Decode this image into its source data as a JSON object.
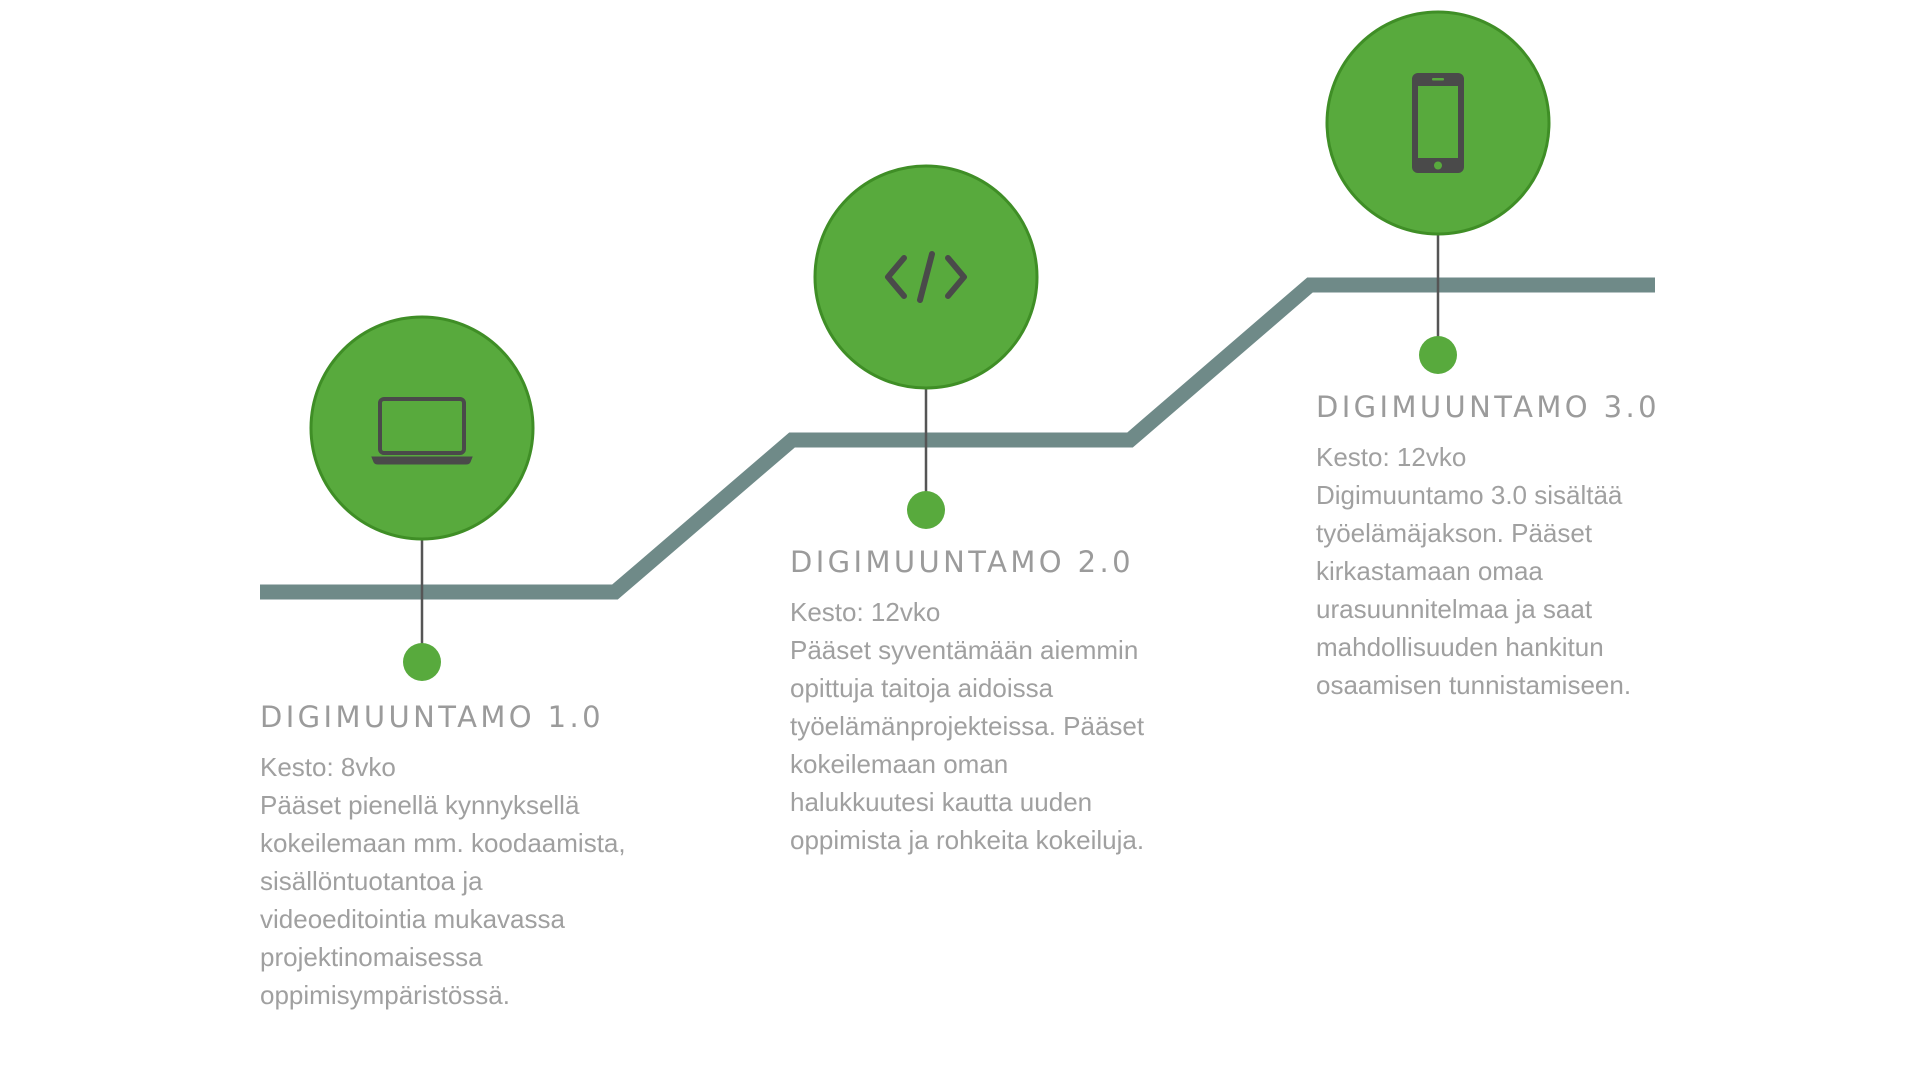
{
  "colors": {
    "path": "#6f8a88",
    "circle_fill": "#58aa3d",
    "circle_stroke": "#3f8e26",
    "icon": "#4a4a4a",
    "connector": "#555555",
    "text": "#a0a0a0"
  },
  "steps": [
    {
      "title": "DIGIMUUNTAMO 1.0",
      "duration": "Kesto: 8vko",
      "description": "Pääset pienellä kynnyksellä kokeilemaan mm. koodaamista, sisällöntuotantoa ja videoeditointia mukavassa projektinomaisessa oppimisympäristössä.",
      "icon": "laptop-icon"
    },
    {
      "title": "DIGIMUUNTAMO 2.0",
      "duration": "Kesto: 12vko",
      "description": "Pääset syventämään aiemmin opittuja taitoja aidoissa työelämänprojekteissa. Pääset kokeilemaan oman halukkuutesi kautta uuden oppimista ja rohkeita kokeiluja.",
      "icon": "code-icon"
    },
    {
      "title": "DIGIMUUNTAMO 3.0",
      "duration": "Kesto: 12vko",
      "description": "Digimuuntamo 3.0 sisältää työelämäjakson. Pääset kirkastamaan omaa urasuunnitelmaa ja saat mahdollisuuden hankitun osaamisen tunnistamiseen.",
      "icon": "smartphone-icon"
    }
  ]
}
